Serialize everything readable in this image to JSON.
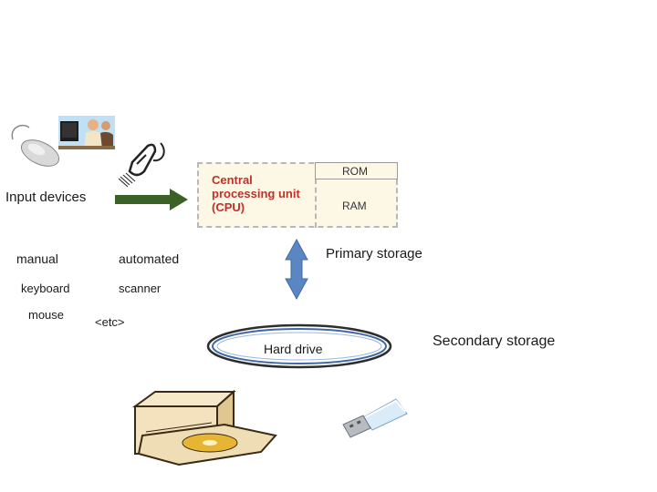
{
  "labels": {
    "input_devices": "Input devices",
    "cpu": "Central processing unit (CPU)",
    "rom": "ROM",
    "ram": "RAM",
    "primary_storage": "Primary storage",
    "secondary_storage": "Secondary storage",
    "hard_drive": "Hard drive"
  },
  "input_categories": {
    "manual": "manual",
    "automated": "automated",
    "keyboard": "keyboard",
    "scanner": "scanner",
    "mouse": "mouse",
    "etc": "<etc>"
  },
  "colors": {
    "cpu_text": "#c0302b",
    "input_arrow": "#3b6127",
    "storage_arrow": "#5b86c4",
    "cpu_fill": "#fdf8e6"
  },
  "icons": [
    "mouse-icon",
    "person-computer-icon",
    "barcode-scanner-icon",
    "optical-drive-icon",
    "usb-drive-icon"
  ]
}
